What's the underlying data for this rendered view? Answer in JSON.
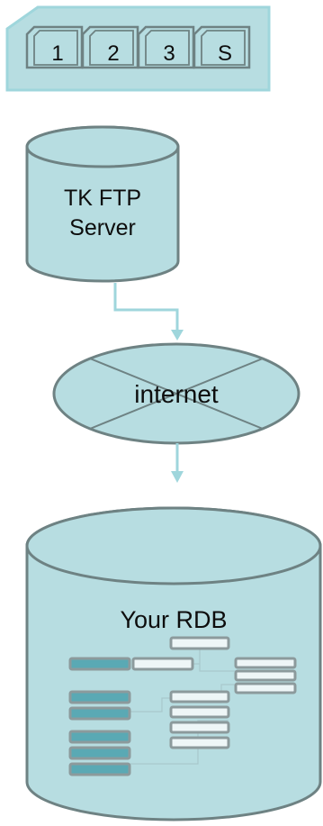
{
  "tabs": [
    "1",
    "2",
    "3",
    "S"
  ],
  "ftp_server": {
    "line1": "TK FTP",
    "line2": "Server"
  },
  "internet": {
    "label": "internet"
  },
  "rdb": {
    "label": "Your RDB"
  },
  "colors": {
    "fill": "#b7dde1",
    "stroke": "#6e8283",
    "connector": "#9fd6dc",
    "table_teal": "#5aa9b4",
    "table_gray": "#8c9a9c"
  }
}
